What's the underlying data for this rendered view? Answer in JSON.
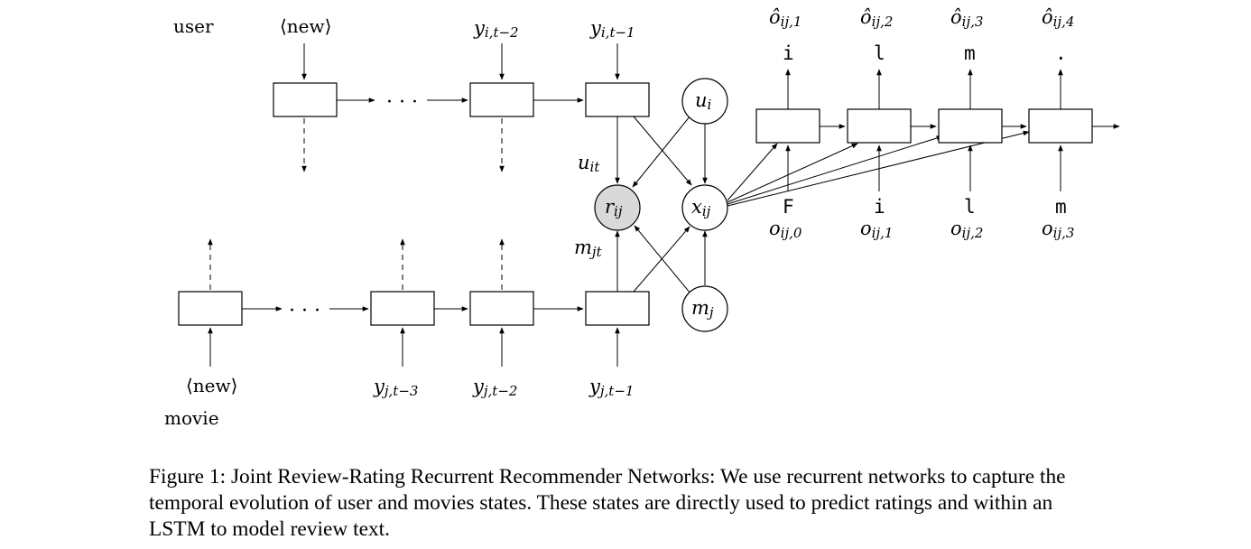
{
  "labels": {
    "user": "user",
    "movie": "movie",
    "user_new": "⟨new⟩",
    "movie_new": "⟨new⟩",
    "user_dots": "· · ·",
    "movie_dots": "· · ·"
  },
  "user_inputs": {
    "y_t2": "y",
    "y_t2_sub": "i,t−2",
    "y_t1": "y",
    "y_t1_sub": "i,t−1"
  },
  "movie_inputs": {
    "y_t3": "y",
    "y_t3_sub": "j,t−3",
    "y_t2": "y",
    "y_t2_sub": "j,t−2",
    "y_t1": "y",
    "y_t1_sub": "j,t−1"
  },
  "state_labels": {
    "u": "u",
    "u_sub": "it",
    "m": "m",
    "m_sub": "jt"
  },
  "nodes": {
    "u_i": "u",
    "u_i_sub": "i",
    "m_j": "m",
    "m_j_sub": "j",
    "r_ij": "r",
    "r_ij_sub": "ij",
    "x_ij": "x",
    "x_ij_sub": "ij"
  },
  "lstm_outputs": [
    {
      "hat": "ô",
      "sub": "ij,1",
      "char": "i"
    },
    {
      "hat": "ô",
      "sub": "ij,2",
      "char": "l"
    },
    {
      "hat": "ô",
      "sub": "ij,3",
      "char": "m"
    },
    {
      "hat": "ô",
      "sub": "ij,4",
      "char": "."
    }
  ],
  "lstm_inputs": [
    {
      "o": "o",
      "sub": "ij,0",
      "char": "F"
    },
    {
      "o": "o",
      "sub": "ij,1",
      "char": "i"
    },
    {
      "o": "o",
      "sub": "ij,2",
      "char": "l"
    },
    {
      "o": "o",
      "sub": "ij,3",
      "char": "m"
    }
  ],
  "caption": "Figure 1: Joint Review-Rating Recurrent Recommender Networks: We use recurrent networks to capture the temporal evolution of user and movies states. These states are directly used to predict ratings and within an LSTM to model review text."
}
